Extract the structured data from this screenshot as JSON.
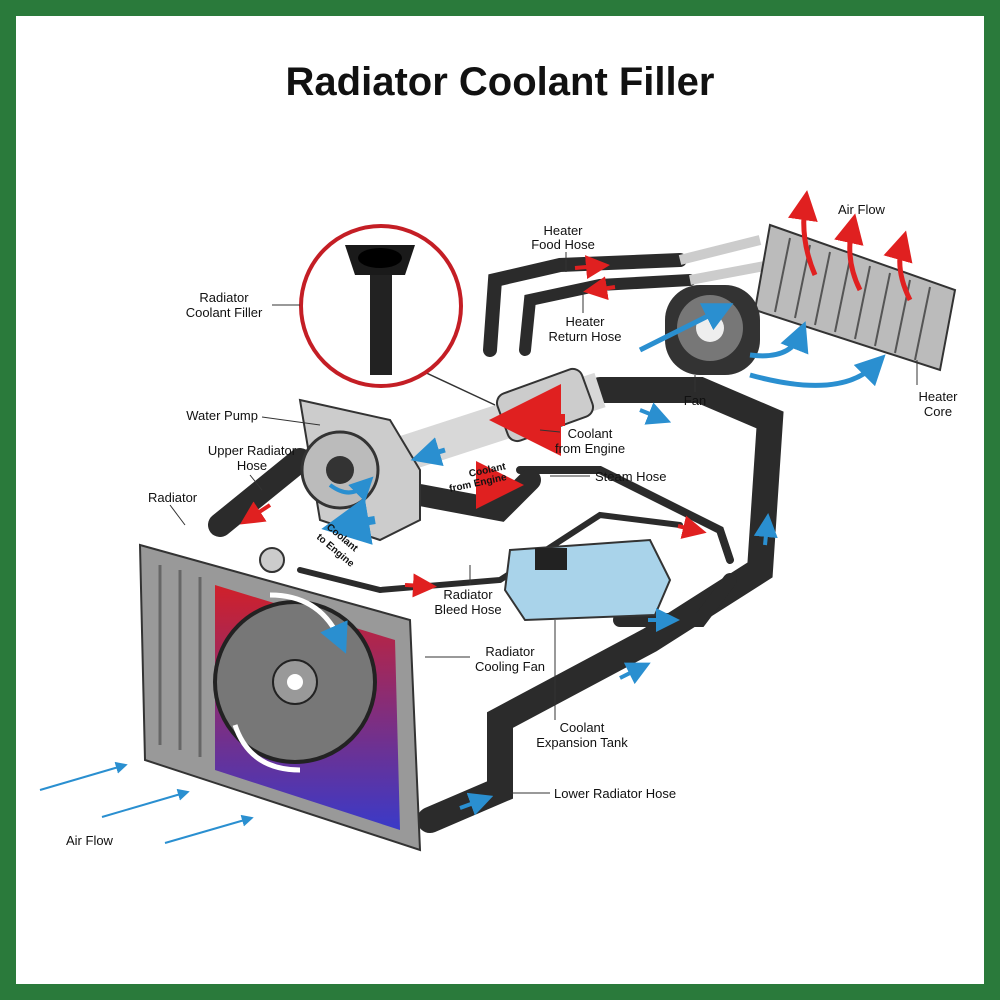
{
  "title": "Radiator Coolant Filler",
  "labels": {
    "air_flow_top": "Air Flow",
    "heater_food_hose": [
      "Heater",
      "Food Hose"
    ],
    "heater_return_hose": [
      "Heater",
      "Return Hose"
    ],
    "fan": "Fan",
    "heater_core": [
      "Heater",
      "Core"
    ],
    "radiator_coolant_filler": [
      "Radiator",
      "Coolant Filler"
    ],
    "water_pump": "Water Pump",
    "coolant_from_engine": [
      "Coolant",
      "from Engine"
    ],
    "coolant_from_engine_small": [
      "Coolant",
      "from Engine"
    ],
    "upper_radiator_hose": [
      "Upper Radiator",
      "Hose"
    ],
    "steam_hose": "Steam Hose",
    "radiator": "Radiator",
    "coolant_to_engine": [
      "Coolant",
      "to Engine"
    ],
    "radiator_bleed_hose": [
      "Radiator",
      "Bleed Hose"
    ],
    "radiator_cooling_fan": [
      "Radiator",
      "Cooling Fan"
    ],
    "coolant_expansion_tank": [
      "Coolant",
      "Expansion Tank"
    ],
    "lower_radiator_hose": "Lower Radiator Hose",
    "air_flow_bottom": "Air Flow"
  },
  "colors": {
    "border": "#2a7a3b",
    "hot": "#e02020",
    "cold": "#2a8fd0",
    "hose": "#2b2b2b",
    "tank": "#a9d3ea"
  }
}
